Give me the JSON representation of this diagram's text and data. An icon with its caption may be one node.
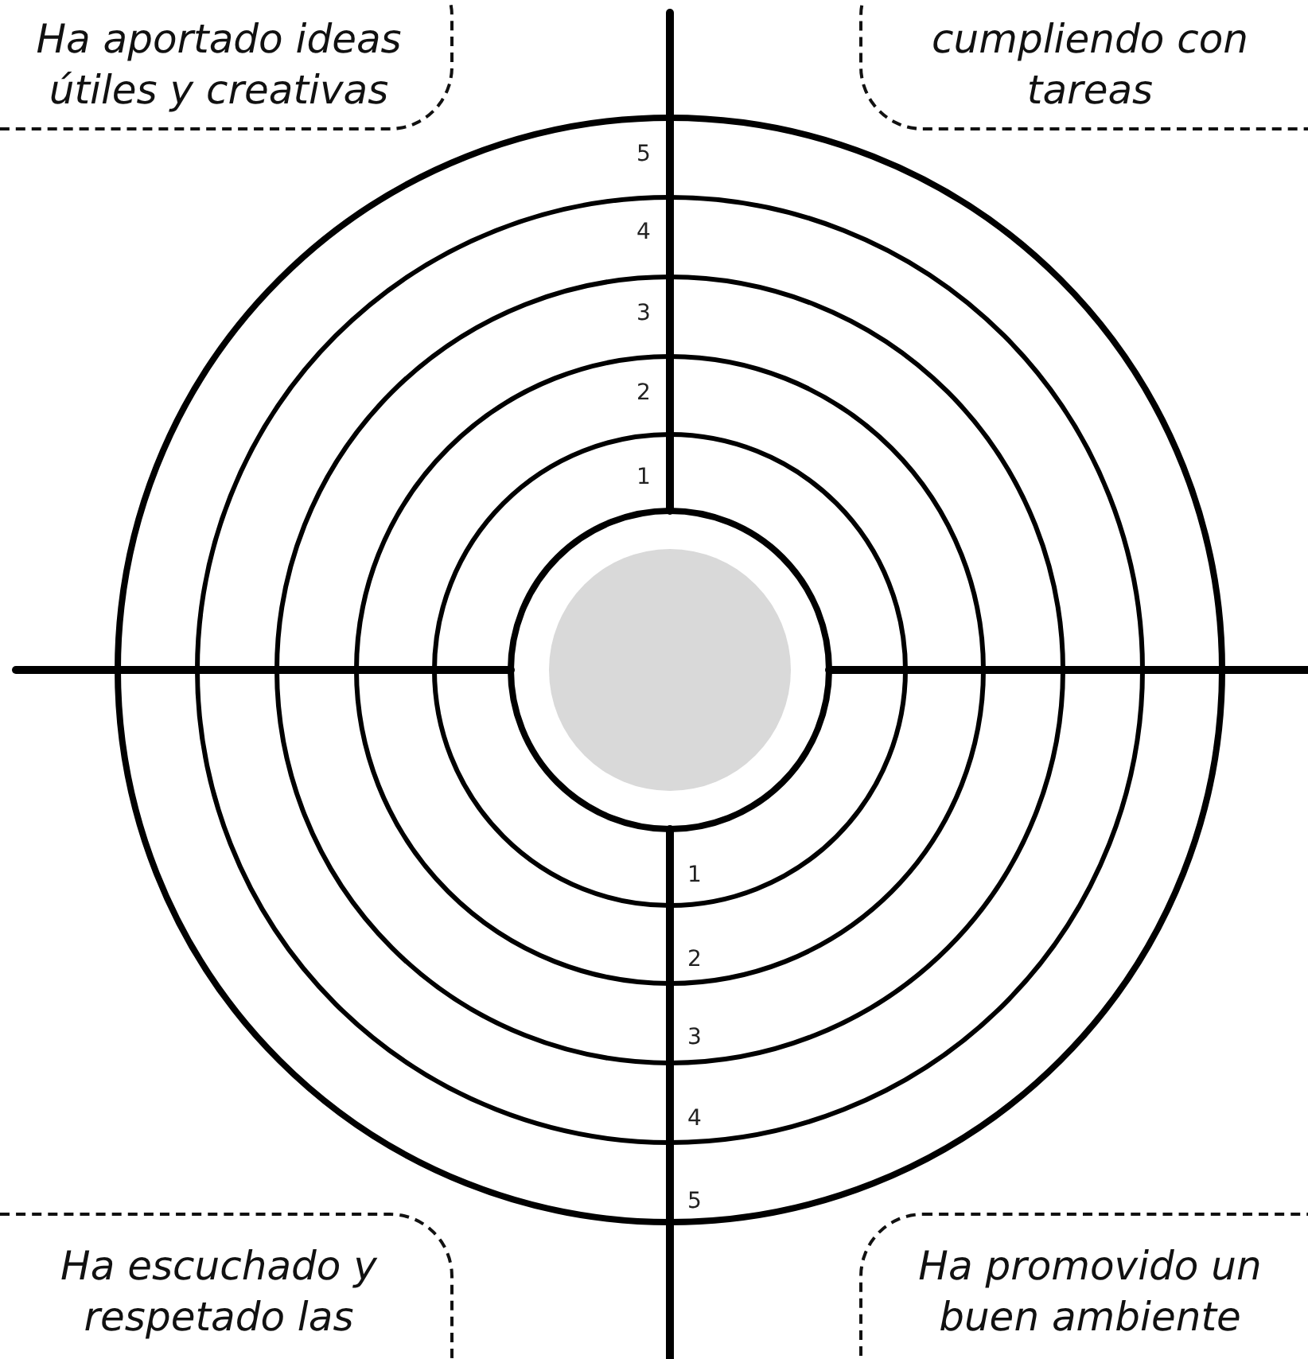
{
  "diagram": {
    "nodes": [
      {
        "text": [
          "Ha aportado ideas útiles y creativas"
        ]
      },
      {
        "text": [
          "cumpliendo con tareas"
        ]
      },
      {
        "text": [
          "Ha escuchado y respetado las"
        ]
      },
      {
        "text": [
          "Ha promovido un buen ambiente"
        ]
      }
    ],
    "labels": [
      "5",
      "4",
      "3",
      "2",
      "1",
      "1",
      "2",
      "3",
      "4",
      "5"
    ]
  }
}
